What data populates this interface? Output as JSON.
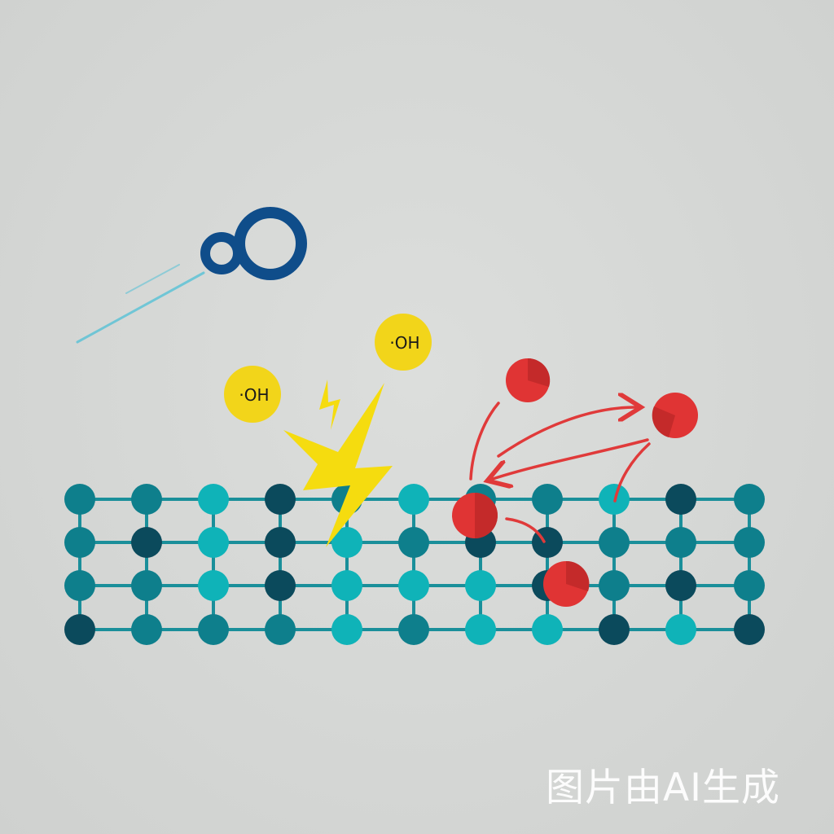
{
  "radicals": [
    {
      "label": "·OH"
    },
    {
      "label": "·OH"
    }
  ],
  "watermark": "图片由AI生成",
  "colors": {
    "background": "#d5d7d5",
    "node_light": "#0fb3b8",
    "node_mid": "#0e7f8c",
    "node_dark": "#0b4a5c",
    "lattice_line": "#1a8f9a",
    "radical_fill": "#f2d51a",
    "lightning": "#f5dc0f",
    "particle_red": "#e03434",
    "arrow_red": "#e03a3a",
    "molecule_blue": "#0f4d8a",
    "trail_cyan": "#5fc3d6"
  },
  "icons": [
    "oxygen-molecule-icon",
    "lightning-icon",
    "hydroxyl-radical-icon",
    "red-particle-icon"
  ]
}
